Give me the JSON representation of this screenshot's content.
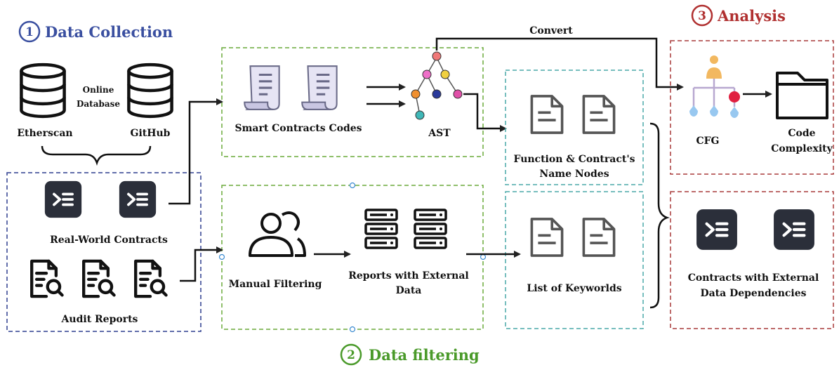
{
  "sections": {
    "collection": {
      "number": "1",
      "title": "Data Collection",
      "color": "#3a4fa0"
    },
    "filtering": {
      "number": "2",
      "title": "Data filtering",
      "color": "#4a9a2a"
    },
    "analysis": {
      "number": "3",
      "title": "Analysis",
      "color": "#b03030"
    }
  },
  "sources": {
    "etherscan": "Etherscan",
    "github": "GitHub",
    "online_database_line1": "Online",
    "online_database_line2": "Database"
  },
  "collection_box": {
    "real_world_contracts": "Real-World Contracts",
    "audit_reports": "Audit Reports"
  },
  "top_pipeline": {
    "smart_contracts_codes": "Smart Contracts Codes",
    "ast": "AST",
    "convert": "Convert",
    "function_nodes_line1": "Function & Contract's",
    "function_nodes_line2": "Name Nodes"
  },
  "bottom_pipeline": {
    "manual_filtering": "Manual Filtering",
    "reports_line1": "Reports with External",
    "reports_line2": "Data",
    "keywords": "List of  Keyworlds"
  },
  "analysis_box": {
    "cfg": "CFG",
    "complexity_line1": "Code",
    "complexity_line2": "Complexity",
    "dependencies_line1": "Contracts with External",
    "dependencies_line2": "Data Dependencies"
  },
  "colors": {
    "blue_dash": "#2f3f8f",
    "green_dash": "#6aaa3a",
    "teal_dash": "#4aa8a8",
    "red_dash": "#a83a3a",
    "dark_icon": "#2b2f3a"
  },
  "icons": [
    "database-icon",
    "code-file-icon",
    "audit-report-icon",
    "scroll-icon",
    "tree-icon",
    "users-icon",
    "server-icon",
    "document-icon",
    "cfg-icon",
    "folder-icon"
  ]
}
